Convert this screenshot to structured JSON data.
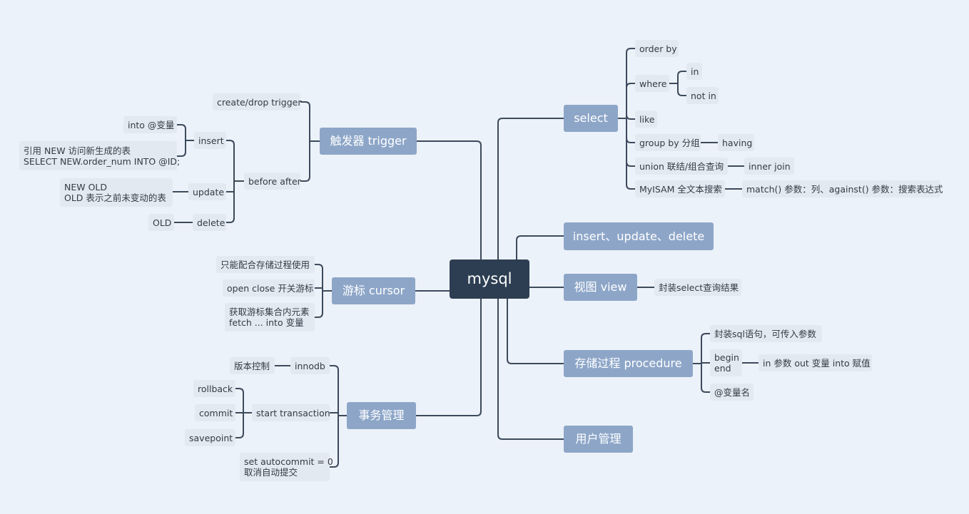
{
  "root": "mysql",
  "select": {
    "title": "select",
    "order_by": "order by",
    "where": "where",
    "in": "in",
    "not_in": "not in",
    "like": "like",
    "group_by": "group by 分组",
    "having": "having",
    "union": "union 联结/组合查询",
    "inner_join": "inner join",
    "myisam": "MyISAM 全文本搜索",
    "match": "match() 参数：列、against() 参数：搜索表达式"
  },
  "insert_update_delete": "insert、update、delete",
  "view": {
    "title": "视图 view",
    "desc": "封装select查询结果"
  },
  "procedure": {
    "title": "存储过程 procedure",
    "wrap": "封装sql语句，可传入参数",
    "begin_end": "begin\nend",
    "params": "in 参数 out 变量 into 赋值",
    "var": "@变量名"
  },
  "user": "用户管理",
  "trigger": {
    "title": "触发器 trigger",
    "create_drop": "create/drop trigger",
    "before_after": "before after",
    "insert": "insert",
    "into_var": "into @变量",
    "new_ref": "引用 NEW 访问新生成的表\nSELECT NEW.order_num INTO @ID;",
    "update": "update",
    "new_old": "NEW OLD\nOLD 表示之前未变动的表",
    "delete": "delete",
    "old": "OLD"
  },
  "cursor": {
    "title": "游标 cursor",
    "only_proc": "只能配合存储过程使用",
    "open_close": "open close 开关游标",
    "fetch": "获取游标集合内元素\nfetch ... into 变量"
  },
  "transaction": {
    "title": "事务管理",
    "innodb": "innodb",
    "version": "版本控制",
    "start": "start transaction",
    "rollback": "rollback",
    "commit": "commit",
    "savepoint": "savepoint",
    "autocommit": "set autocommit = 0\n取消自动提交"
  }
}
